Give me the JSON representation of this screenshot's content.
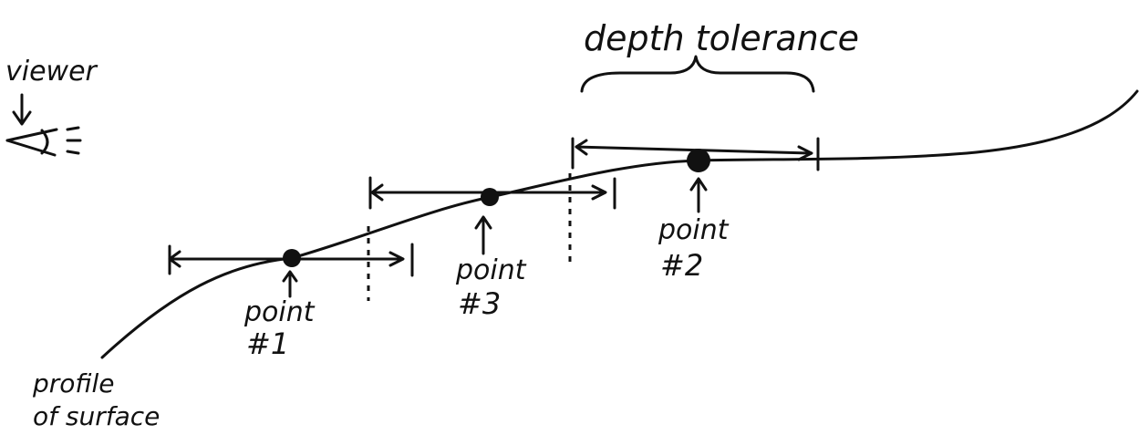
{
  "labels": {
    "viewer": "viewer",
    "depth_tolerance": "depth tolerance",
    "profile_line1": "profile",
    "profile_line2": "of surface"
  },
  "points": [
    {
      "word": "point",
      "number": "#1"
    },
    {
      "word": "point",
      "number": "#3"
    },
    {
      "word": "point",
      "number": "#2"
    }
  ],
  "colors": {
    "ink": "#111111",
    "paper": "#ffffff"
  },
  "icons": [
    "eye-icon",
    "arrow-down-icon",
    "arrow-up-icon",
    "curly-brace-icon"
  ]
}
